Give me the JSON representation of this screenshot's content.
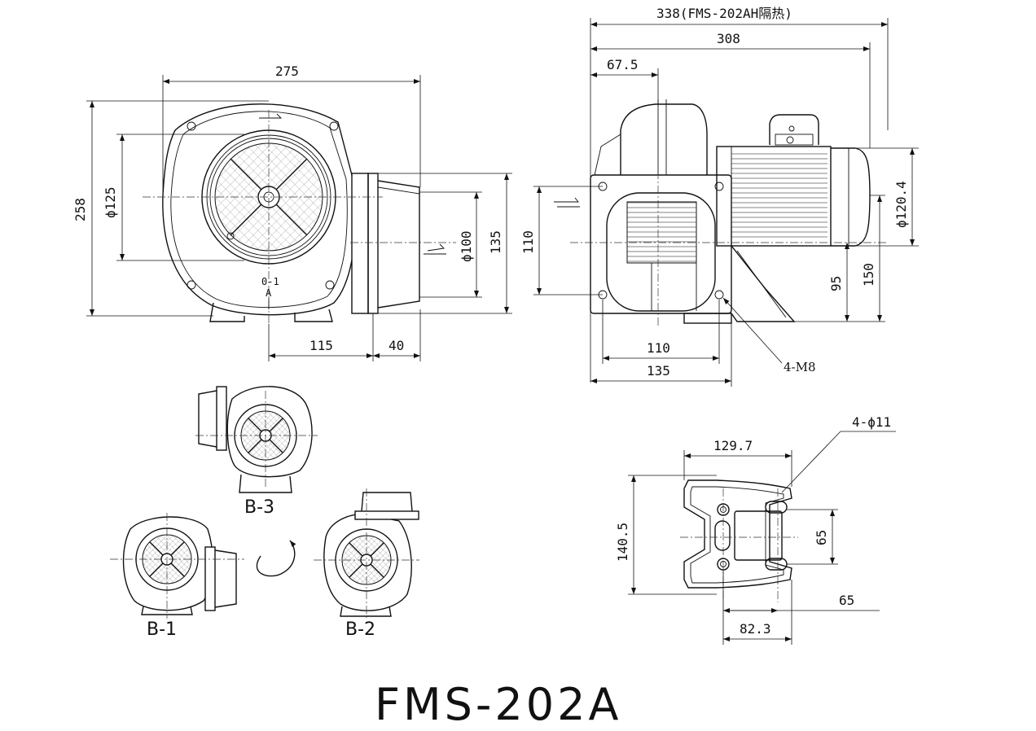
{
  "front_view": {
    "dim_width": "275",
    "dim_height": "258",
    "dim_inlet_dia": "ϕ125",
    "dim_outlet_dia": "ϕ100",
    "dim_outlet_height": "135",
    "dim_offset_1": "115",
    "dim_offset_2": "40",
    "marker_label": "A",
    "marker_small": "0-1"
  },
  "side_view": {
    "dim_total_insulated": "338(FMS-202AH隔热)",
    "dim_total": "308",
    "dim_flange_offset": "67.5",
    "dim_motor_dia": "ϕ120.4",
    "dim_flange_height": "110",
    "dim_axis_height_1": "95",
    "dim_axis_height_2": "150",
    "dim_bolt_span_1": "110",
    "dim_bolt_span_2": "135",
    "bolt_note": "4-M8"
  },
  "base_view": {
    "hole_note": "4-ϕ11",
    "dim_top": "129.7",
    "dim_height": "140.5",
    "dim_slot": "65",
    "dim_right": "65",
    "dim_bottom": "82.3"
  },
  "variants": {
    "b1": "B-1",
    "b2": "B-2",
    "b3": "B-3"
  },
  "model_title": "FMS-202A"
}
